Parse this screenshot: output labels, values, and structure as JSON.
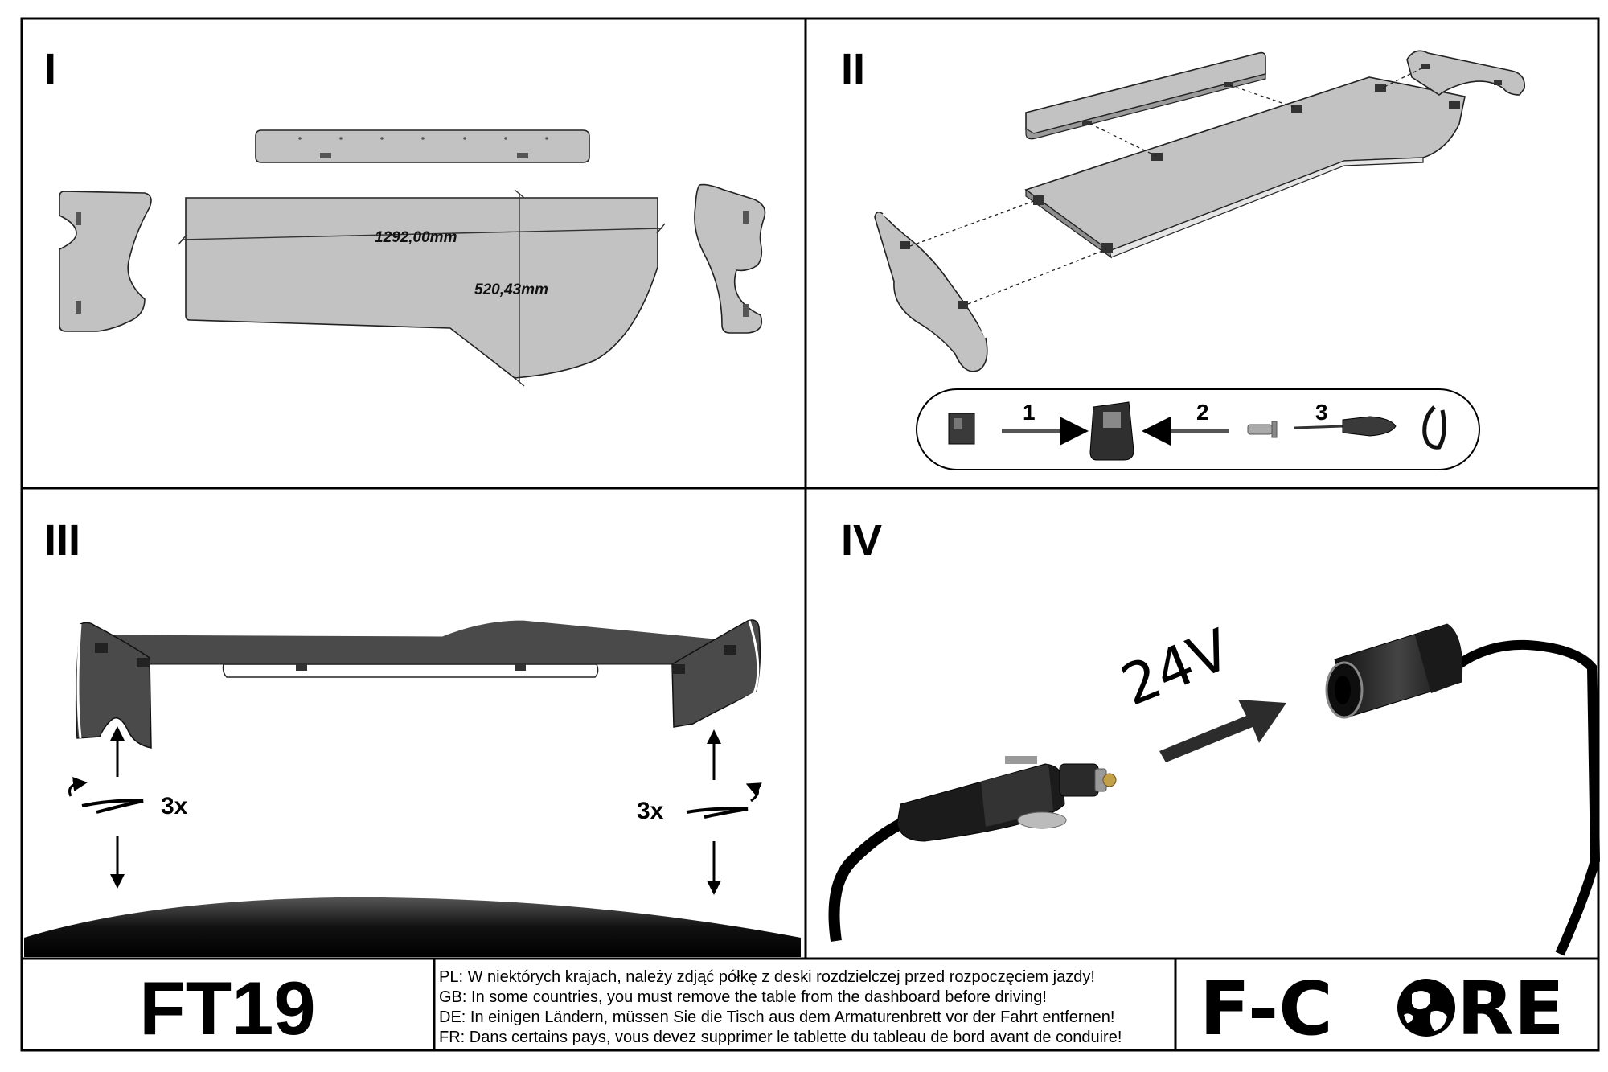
{
  "panels": [
    {
      "numeral": "I"
    },
    {
      "numeral": "II"
    },
    {
      "numeral": "III"
    },
    {
      "numeral": "IV"
    }
  ],
  "dimensions": {
    "width": "1292,00mm",
    "depth": "520,43mm"
  },
  "assembly_steps": [
    "1",
    "2",
    "3"
  ],
  "screw_turns": {
    "left": "3x",
    "right": "3x"
  },
  "voltage": "24V",
  "footer": {
    "model": "FT19",
    "brand_left": "F-C",
    "brand_right": "RE",
    "warnings": [
      "PL: W niektórych krajach, należy zdjąć półkę z deski rozdzielczej przed rozpoczęciem jazdy!",
      "GB: In some countries, you must remove the table from the dashboard before driving!",
      "DE: In einigen Ländern, müssen Sie die Tisch aus dem Armaturenbrett vor der Fahrt entfernen!",
      "FR: Dans certains pays, vous devez supprimer le tablette du tableau de bord avant de conduire!"
    ]
  },
  "colors": {
    "line": "#000000",
    "part_fill": "#c2c2c2",
    "dark_fill": "#3a3a3a"
  },
  "icons": [
    "globe-icon",
    "arrow-icon",
    "screwdriver-icon",
    "screw-icon",
    "clip-icon",
    "connector-icon",
    "socket-icon",
    "plug-icon"
  ]
}
